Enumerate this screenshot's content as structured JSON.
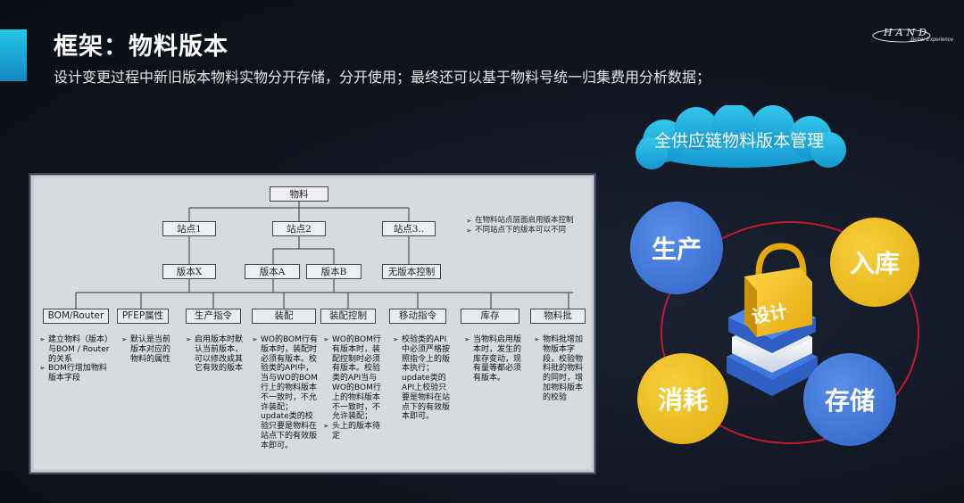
{
  "header": {
    "title": "框架：物料版本",
    "subtitle": "设计变更过程中新旧版本物料实物分开存储，分开使用；最终还可以基于物料号统一归集费用分析数据；",
    "logo_text": "HAND",
    "logo_tagline": "Better Experience"
  },
  "diagram": {
    "root": "物料",
    "sites": [
      "站点1",
      "站点2",
      "站点3.."
    ],
    "versions": [
      "版本X",
      "版本A",
      "版本B",
      "无版本控制"
    ],
    "notes": [
      "在物料站点层面启用版本控制",
      "不同站点下的版本可以不同"
    ],
    "categories": [
      {
        "label": "BOM/Router",
        "desc": [
          "建立物料（版本）与BOM / Router的关系",
          "BOM行增加物料版本字段"
        ]
      },
      {
        "label": "PFEP属性",
        "desc": [
          "默认是当前版本对应的物料的属性"
        ]
      },
      {
        "label": "生产指令",
        "desc": [
          "启用版本时默认当前版本，可以修改成其它有效的版本"
        ]
      },
      {
        "label": "装配",
        "desc": [
          "WO的BOM行有版本时，装配时必须有版本。校验类的API中，当与WO的BOM行上的物料版本不一致时，不允许装配；update类的校验只要是物料在站点下的有效版本即可。"
        ]
      },
      {
        "label": "装配控制",
        "desc": [
          "WO的BOM行有版本时，装配控制时必须有版本。校验类的API当与WO的BOM行上的物料版本不一致时，不允许装配；",
          "头上的版本待定"
        ]
      },
      {
        "label": "移动指令",
        "desc": [
          "校验类的API中必须严格按照指令上的版本执行；update类的API上校验只要是物料在站点下的有效版本即可。"
        ]
      },
      {
        "label": "库存",
        "desc": [
          "当物料启用版本时，发生的库存变动，现有量等都必须有版本。"
        ]
      },
      {
        "label": "物料批",
        "desc": [
          "物料批增加物版本字段，校验物料批的物料的同时，增加物料版本的校验"
        ]
      }
    ]
  },
  "graphic": {
    "cloud_label": "全供应链物料版本管理",
    "center_label": "设计",
    "circles": [
      "生产",
      "入库",
      "消耗",
      "存储"
    ],
    "colors": {
      "blue": "#3a6fd6",
      "yellow": "#eab71e",
      "ring": "#c21b2f",
      "accent": "#1fb4e0"
    }
  }
}
